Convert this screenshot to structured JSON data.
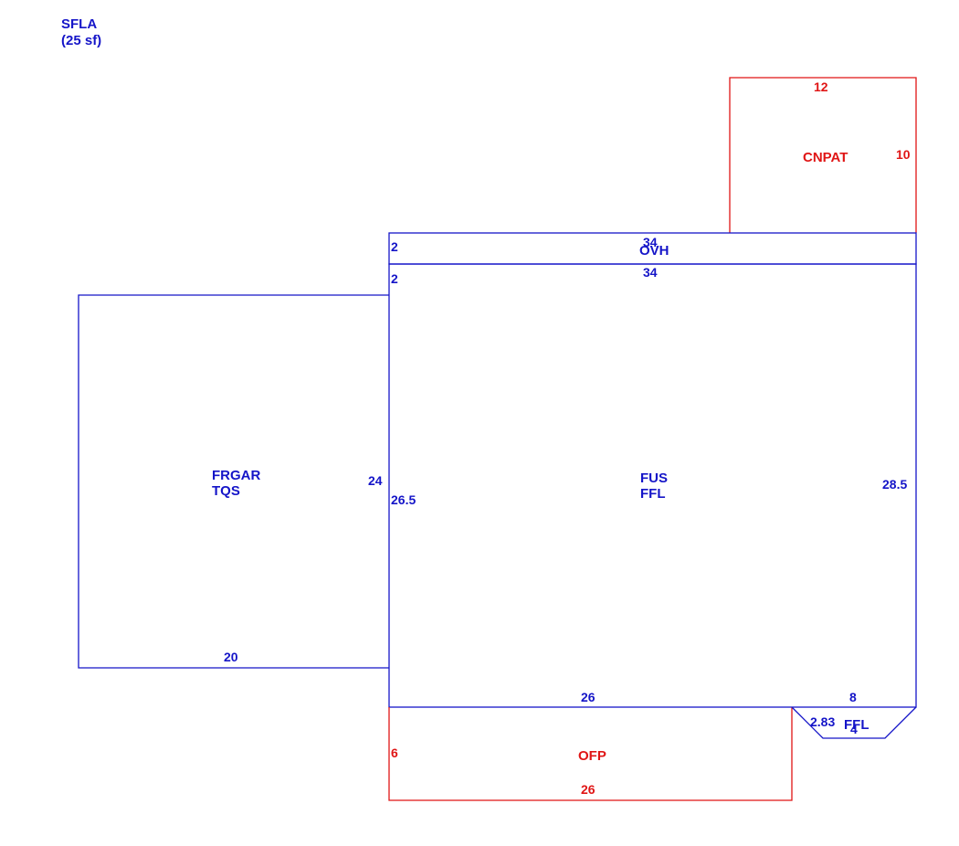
{
  "header": {
    "line1": "SFLA",
    "line2": "(25 sf)"
  },
  "colors": {
    "blue": "#1515c8",
    "red": "#e01515"
  },
  "areas": {
    "cnpat": {
      "label": "CNPAT",
      "top": "12",
      "right": "10"
    },
    "ovh": {
      "label": "OVH",
      "top": "34",
      "left": "2"
    },
    "fus": {
      "line1": "FUS",
      "line2": "FFL",
      "top": "34",
      "left_top": "2",
      "left": "26.5",
      "right": "28.5",
      "bottom": "26",
      "bottom_right": "8"
    },
    "frgar": {
      "line1": "FRGAR",
      "line2": "TQS",
      "right": "24",
      "bottom": "20"
    },
    "ofp": {
      "label": "OFP",
      "left": "6",
      "bottom": "26"
    },
    "ffl_bay": {
      "label": "FFL",
      "diag": "2.83",
      "bottom": "4"
    }
  }
}
